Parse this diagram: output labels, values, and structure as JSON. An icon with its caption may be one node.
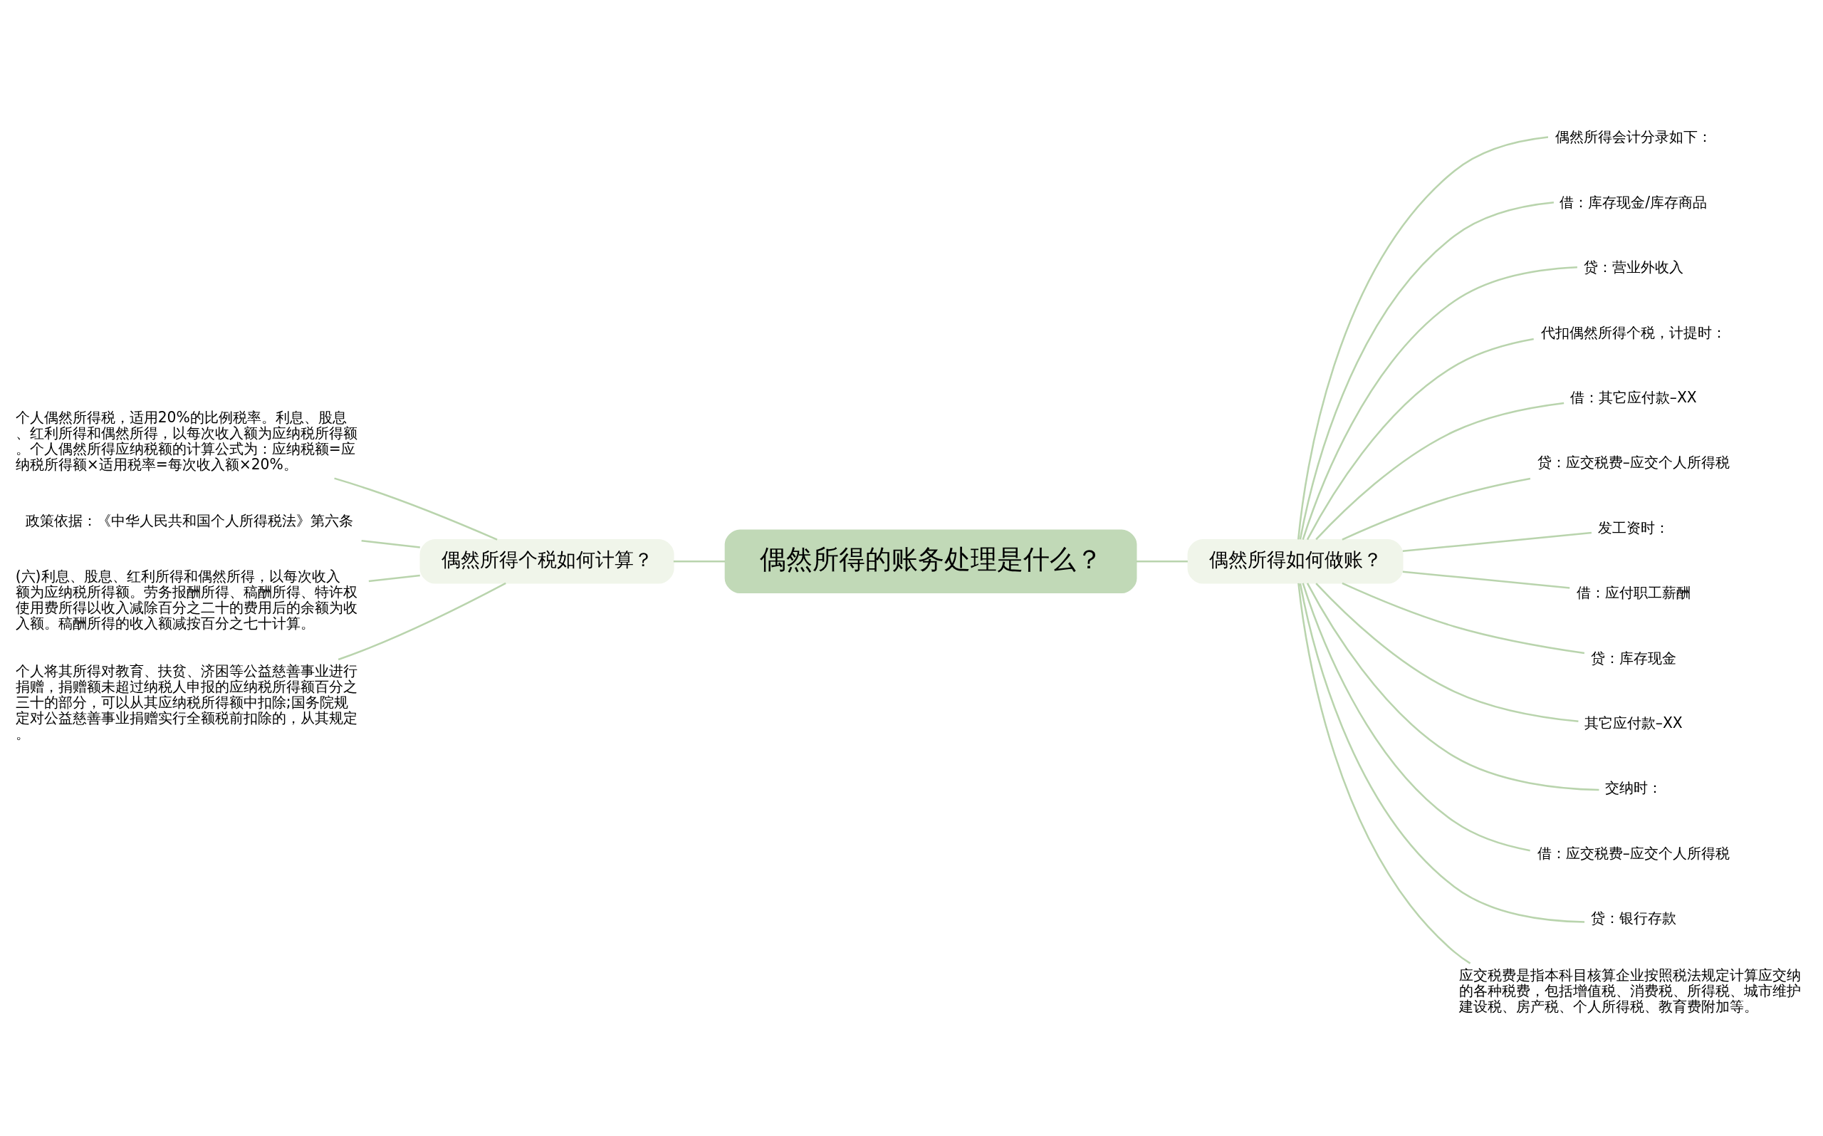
{
  "diagram": {
    "nodes": [
      {
        "text": [
          "偶然所得的账务处理是什么？"
        ]
      },
      {
        "text": [
          "偶然所得个税如何计算？"
        ]
      },
      {
        "text": [
          "偶然所得如何做账？"
        ]
      },
      {
        "text": [
          "个人偶然所得税，适用20%的比例税率。利息、股息、红利所得和偶然所得，以每次收入额为应纳税所得额。个人偶然所得应纳税额的计算公式为：应纳税额=应纳税所得额×适用税率=每次收入额×20%。"
        ]
      },
      {
        "text": [
          "政策依据：《中华人民共和国个人所得税法》第六条"
        ]
      },
      {
        "text": [
          "(六)利息、股息、红利所得和偶然所得，以每次收入额为应纳税所得额。劳务报酬所得、稿酬所得、特许权使用费所得以收入减除百分之二十的费用后的余额为收入额。稿酬所得的收入额减按百分之七十计算。"
        ]
      },
      {
        "text": [
          "个人将其所得对教育、扶贫、济困等公益慈善事业进行捐赠，捐赠额未超过纳税人申报的应纳税所得额百分之三十的部分，可以从其应纳税所得额中扣除;国务院规定对公益慈善事业捐赠实行全额税前扣除的，从其规定。"
        ]
      },
      {
        "text": [
          "偶然所得会计分录如下："
        ]
      },
      {
        "text": [
          "借：库存现金/库存商品"
        ]
      },
      {
        "text": [
          "贷：营业外收入"
        ]
      },
      {
        "text": [
          "代扣偶然所得个税，计提时："
        ]
      },
      {
        "text": [
          "借：其它应付款–XX"
        ]
      },
      {
        "text": [
          "贷：应交税费–应交个人所得税"
        ]
      },
      {
        "text": [
          "发工资时："
        ]
      },
      {
        "text": [
          "借：应付职工薪酬"
        ]
      },
      {
        "text": [
          "贷：库存现金"
        ]
      },
      {
        "text": [
          "其它应付款–XX"
        ]
      },
      {
        "text": [
          "交纳时："
        ]
      },
      {
        "text": [
          "借：应交税费–应交个人所得税"
        ]
      },
      {
        "text": [
          "贷：银行存款"
        ]
      },
      {
        "text": [
          "应交税费是指本科目核算企业按照税法规定计算应交纳的各种税费，包括增值税、消费税、所得税、城市维护建设税、房产税、个人所得税、教育费附加等。"
        ]
      }
    ],
    "edges": [
      {
        "from": 0,
        "to": 1,
        "arrow": "none"
      },
      {
        "from": 0,
        "to": 2,
        "arrow": "none"
      },
      {
        "from": 1,
        "to": 3,
        "arrow": "none"
      },
      {
        "from": 1,
        "to": 4,
        "arrow": "none"
      },
      {
        "from": 1,
        "to": 5,
        "arrow": "none"
      },
      {
        "from": 1,
        "to": 6,
        "arrow": "none"
      },
      {
        "from": 2,
        "to": 7,
        "arrow": "none"
      },
      {
        "from": 2,
        "to": 8,
        "arrow": "none"
      },
      {
        "from": 2,
        "to": 9,
        "arrow": "none"
      },
      {
        "from": 2,
        "to": 10,
        "arrow": "none"
      },
      {
        "from": 2,
        "to": 11,
        "arrow": "none"
      },
      {
        "from": 2,
        "to": 12,
        "arrow": "none"
      },
      {
        "from": 2,
        "to": 13,
        "arrow": "none"
      },
      {
        "from": 2,
        "to": 14,
        "arrow": "none"
      },
      {
        "from": 2,
        "to": 15,
        "arrow": "none"
      },
      {
        "from": 2,
        "to": 16,
        "arrow": "none"
      },
      {
        "from": 2,
        "to": 17,
        "arrow": "none"
      },
      {
        "from": 2,
        "to": 18,
        "arrow": "none"
      },
      {
        "from": 2,
        "to": 19,
        "arrow": "none"
      },
      {
        "from": 2,
        "to": 20,
        "arrow": "none"
      }
    ]
  }
}
